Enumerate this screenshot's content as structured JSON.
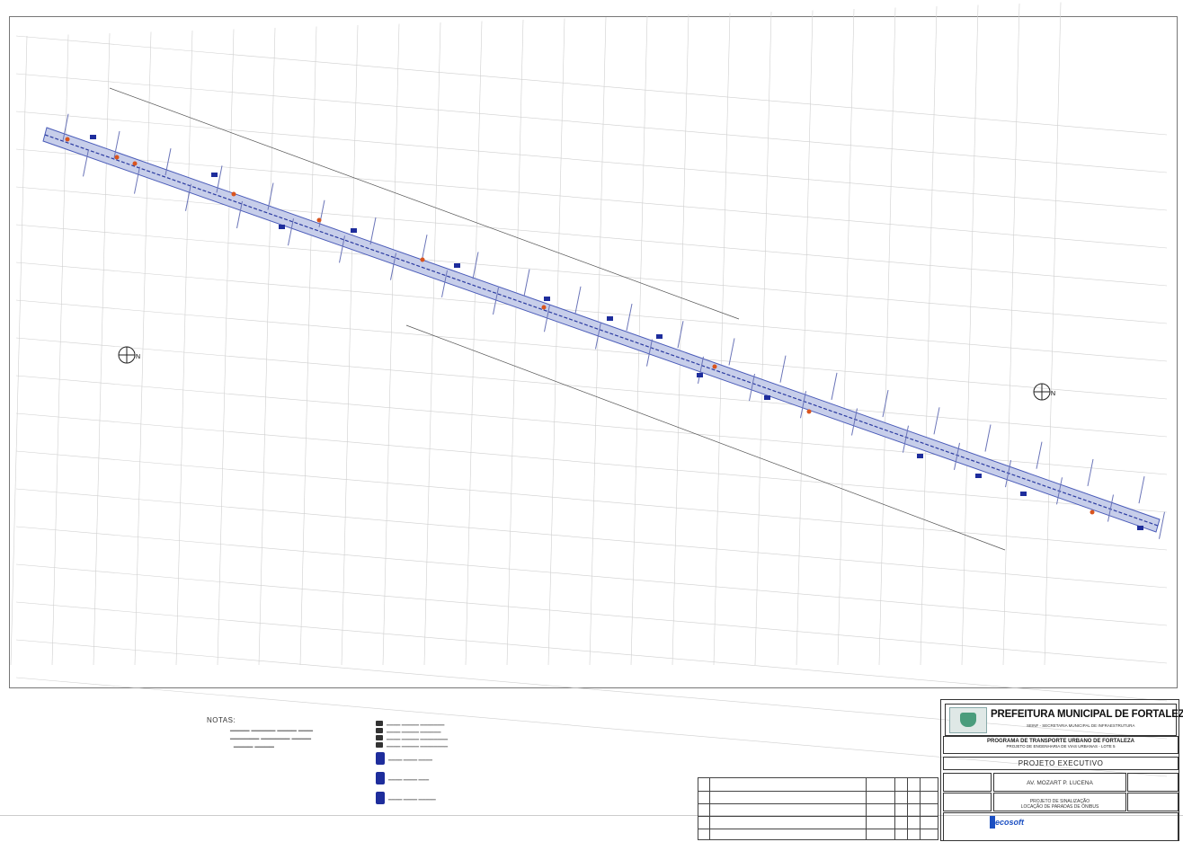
{
  "title_block": {
    "org_name": "PREFEITURA MUNICIPAL DE FORTALEZA",
    "org_sub": "SEINF - SECRETARIA MUNICIPAL DE INFRAESTRUTURA",
    "program": "PROGRAMA DE TRANSPORTE URBANO DE FORTALEZA",
    "program_sub": "PROJETO DE ENGENHARIA DE VIAS URBANAS - LOTE 5",
    "phase": "PROJETO  EXECUTIVO",
    "street": "AV.  MOZART  P.  LUCENA",
    "project_type": "PROJETO  DE  SINALIZAÇÃO",
    "project_subtype": "LOCAÇÃO DE PARADAS DE ÔNIBUS",
    "logo_text": "ecosoft"
  },
  "notes": {
    "heading": "NOTAS:"
  },
  "colors": {
    "road": "#4a5bb8",
    "stop": "#1e2d9c",
    "marker": "#d9541e",
    "grid": "#c8c8c8"
  },
  "icons": [
    "north-arrow-icon",
    "bus-stop-icon",
    "logo-mark-icon"
  ]
}
